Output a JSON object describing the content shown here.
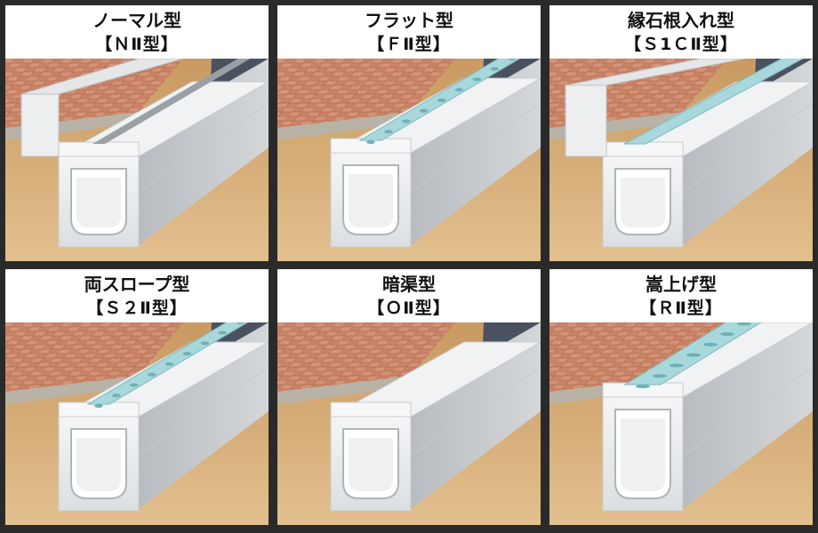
{
  "panels": [
    {
      "title": "ノーマル型",
      "code": "【ＮⅡ型】",
      "variant": "normal"
    },
    {
      "title": "フラット型",
      "code": "【ＦⅡ型】",
      "variant": "flat"
    },
    {
      "title": "縁石根入れ型",
      "code": "【Ｓ1ＣⅡ型】",
      "variant": "curb"
    },
    {
      "title": "両スロープ型",
      "code": "【Ｓ２Ⅱ型】",
      "variant": "slope"
    },
    {
      "title": "暗渠型",
      "code": "【ＯⅡ型】",
      "variant": "culvert"
    },
    {
      "title": "嵩上げ型",
      "code": "【ＲⅡ型】",
      "variant": "raised"
    }
  ],
  "colors": {
    "frame": "#2a2a2a",
    "soil": "#d9b27e",
    "tile": "#c98366",
    "asphalt": "#4a5260",
    "concrete": "#e6e8ea",
    "grate": "#a8d8dc"
  }
}
